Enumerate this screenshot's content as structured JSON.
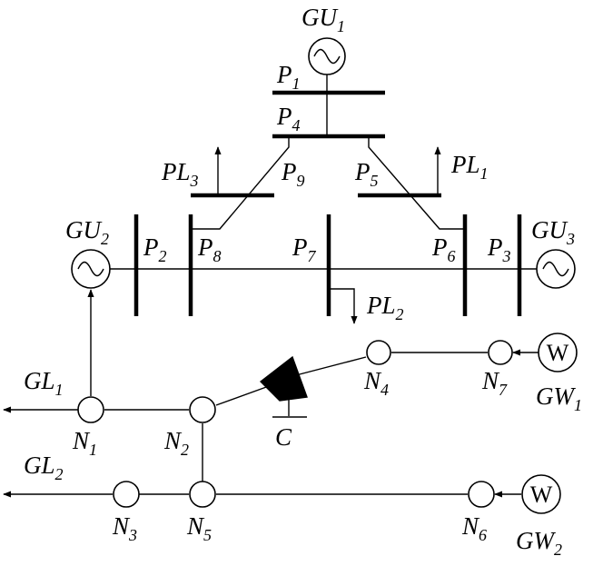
{
  "labels": {
    "GU1": {
      "main": "GU",
      "sub": "1"
    },
    "GU2": {
      "main": "GU",
      "sub": "2"
    },
    "GU3": {
      "main": "GU",
      "sub": "3"
    },
    "P1": {
      "main": "P",
      "sub": "1"
    },
    "P2": {
      "main": "P",
      "sub": "2"
    },
    "P3": {
      "main": "P",
      "sub": "3"
    },
    "P4": {
      "main": "P",
      "sub": "4"
    },
    "P5": {
      "main": "P",
      "sub": "5"
    },
    "P6": {
      "main": "P",
      "sub": "6"
    },
    "P7": {
      "main": "P",
      "sub": "7"
    },
    "P8": {
      "main": "P",
      "sub": "8"
    },
    "P9": {
      "main": "P",
      "sub": "9"
    },
    "PL1": {
      "main": "PL",
      "sub": "1"
    },
    "PL2": {
      "main": "PL",
      "sub": "2"
    },
    "PL3": {
      "main": "PL",
      "sub": "3"
    },
    "GL1": {
      "main": "GL",
      "sub": "1"
    },
    "GL2": {
      "main": "GL",
      "sub": "2"
    },
    "N1": {
      "main": "N",
      "sub": "1"
    },
    "N2": {
      "main": "N",
      "sub": "2"
    },
    "N3": {
      "main": "N",
      "sub": "3"
    },
    "N4": {
      "main": "N",
      "sub": "4"
    },
    "N5": {
      "main": "N",
      "sub": "5"
    },
    "N6": {
      "main": "N",
      "sub": "6"
    },
    "N7": {
      "main": "N",
      "sub": "7"
    },
    "GW1": {
      "main": "GW",
      "sub": "1"
    },
    "GW2": {
      "main": "GW",
      "sub": "2"
    },
    "C": {
      "main": "C"
    },
    "W1": {
      "main": "W"
    },
    "W2": {
      "main": "W"
    }
  }
}
